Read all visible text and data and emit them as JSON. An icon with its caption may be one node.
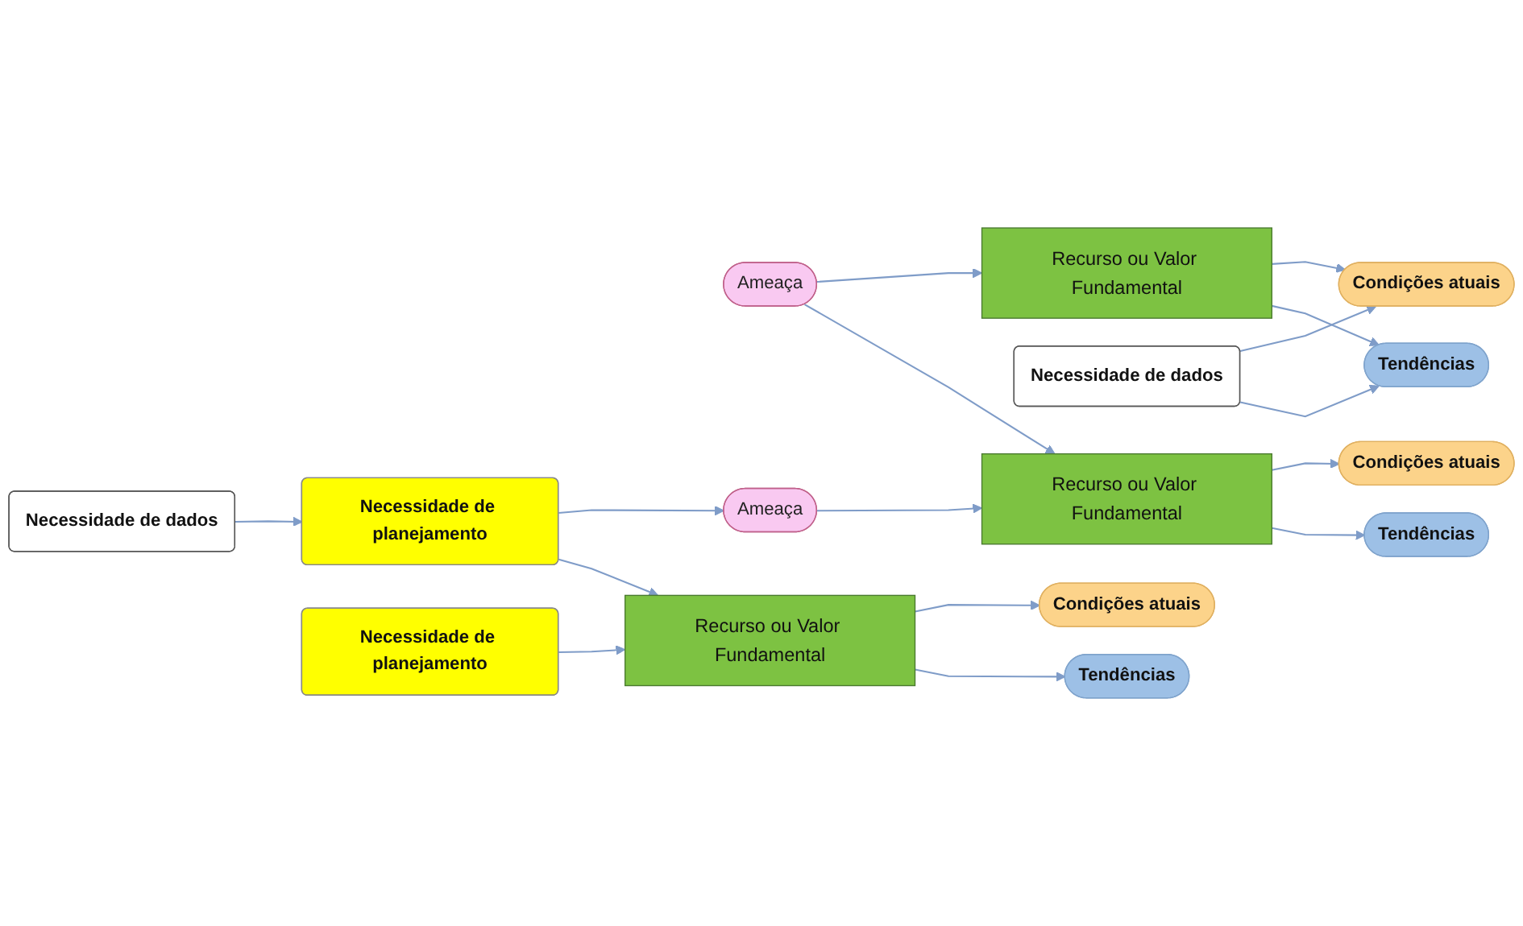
{
  "diagram": {
    "nodes": [
      {
        "text": [
          "Ameaça"
        ]
      },
      {
        "text": [
          "Recurso ou Valor Fundamental"
        ]
      },
      {
        "text": [
          "Condições atuais"
        ]
      },
      {
        "text": [
          "Tendências"
        ]
      },
      {
        "text": [
          "Necessidade de dados"
        ]
      },
      {
        "text": [
          "Ameaça"
        ]
      },
      {
        "text": [
          "Recurso ou Valor Fundamental"
        ]
      },
      {
        "text": [
          "Condições atuais"
        ]
      },
      {
        "text": [
          "Tendências"
        ]
      },
      {
        "text": [
          "Necessidade de planejamento"
        ]
      },
      {
        "text": [
          "Recurso ou Valor Fundamental"
        ]
      },
      {
        "text": [
          "Condições atuais"
        ]
      },
      {
        "text": [
          "Tendências"
        ]
      },
      {
        "text": [
          "Necessidade de dados"
        ]
      },
      {
        "text": [
          "Necessidade de planejamento"
        ]
      }
    ],
    "edges": [
      {
        "from": 0,
        "to": 1,
        "arrow": "to"
      },
      {
        "from": 0,
        "to": 6,
        "arrow": "to"
      },
      {
        "from": 1,
        "to": 2,
        "arrow": "to"
      },
      {
        "from": 1,
        "to": 3,
        "arrow": "to"
      },
      {
        "from": 4,
        "to": 2,
        "arrow": "to"
      },
      {
        "from": 4,
        "to": 3,
        "arrow": "to"
      },
      {
        "from": 5,
        "to": 6,
        "arrow": "to"
      },
      {
        "from": 6,
        "to": 7,
        "arrow": "to"
      },
      {
        "from": 6,
        "to": 8,
        "arrow": "to"
      },
      {
        "from": 9,
        "to": 5,
        "arrow": "to"
      },
      {
        "from": 9,
        "to": 10,
        "arrow": "to"
      },
      {
        "from": 10,
        "to": 11,
        "arrow": "to"
      },
      {
        "from": 10,
        "to": 12,
        "arrow": "to"
      },
      {
        "from": 13,
        "to": 9,
        "arrow": "to"
      },
      {
        "from": 14,
        "to": 10,
        "arrow": "to"
      }
    ]
  }
}
